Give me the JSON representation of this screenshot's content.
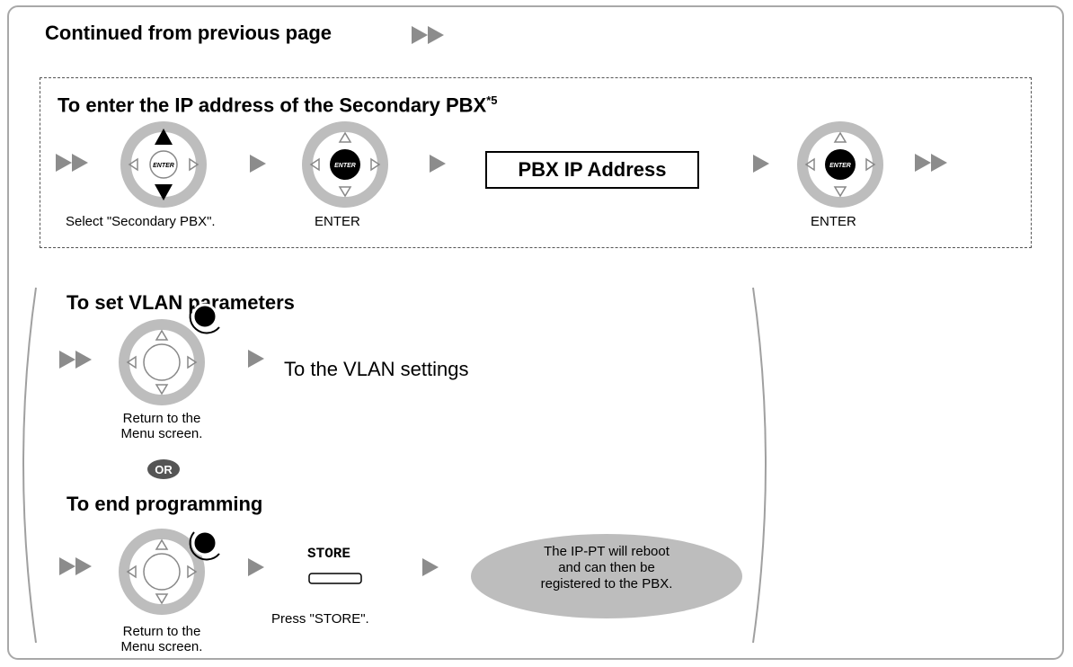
{
  "header": {
    "continued": "Continued from previous page"
  },
  "secondary_pbx": {
    "title": "To enter the IP address of the Secondary PBX",
    "footnote": "*5",
    "step1_label": "Select \"Secondary PBX\".",
    "step2_label": "ENTER",
    "display_box": "PBX IP Address",
    "step3_label": "ENTER",
    "enter_key": "ENTER"
  },
  "vlan": {
    "title": "To set VLAN parameters",
    "step_label_line1": "Return to the",
    "step_label_line2": "Menu screen.",
    "result": "To the VLAN settings"
  },
  "or_badge": "OR",
  "end_programming": {
    "title": "To end programming",
    "step_label_line1": "Return to the",
    "step_label_line2": "Menu screen.",
    "store_key": "STORE",
    "store_label": "Press \"STORE\".",
    "result_line1": "The IP-PT will reboot",
    "result_line2": "and can then be",
    "result_line3": "registered to the PBX."
  },
  "colors": {
    "frame": "#a8a8a8",
    "arrow": "#8c8c8c",
    "bubble": "#bdbdbd",
    "badge": "#555555"
  }
}
